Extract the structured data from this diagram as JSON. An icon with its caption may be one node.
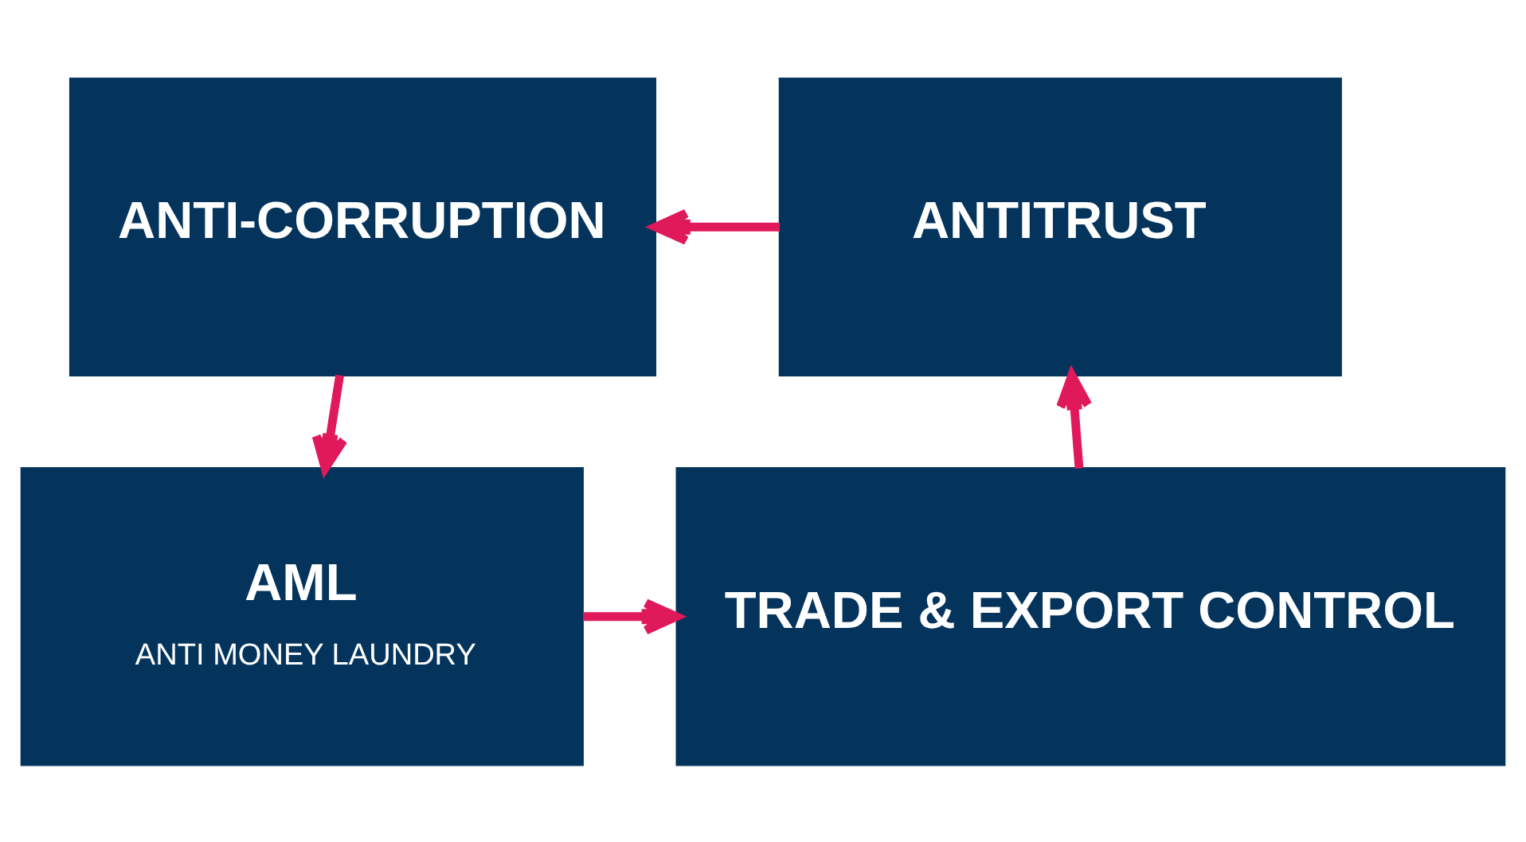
{
  "diagram": {
    "nodes": [
      {
        "text": [
          "ANTI-CORRUPTION"
        ]
      },
      {
        "text": [
          "ANTITRUST"
        ]
      },
      {
        "text": [
          "AML",
          "ANTI MONEY LAUNDRY"
        ]
      },
      {
        "text": [
          "TRADE & EXPORT CONTROL"
        ]
      }
    ],
    "edges": [
      {
        "from": 1,
        "to": 0,
        "arrow": "to"
      },
      {
        "from": 0,
        "to": 2,
        "arrow": "to"
      },
      {
        "from": 2,
        "to": 3,
        "arrow": "to"
      },
      {
        "from": 3,
        "to": 1,
        "arrow": "to"
      }
    ]
  }
}
